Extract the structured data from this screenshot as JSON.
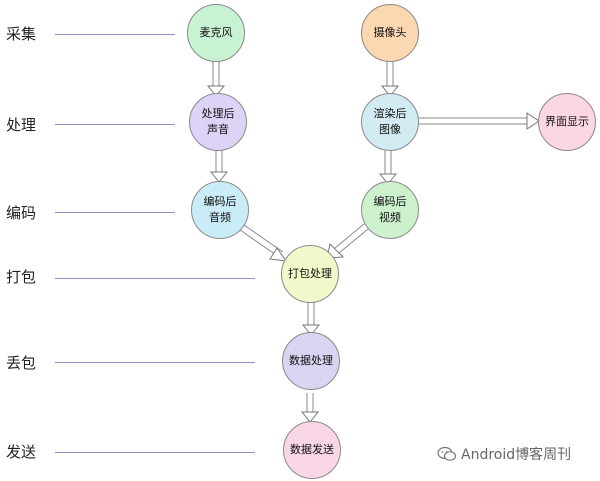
{
  "stages": [
    "采集",
    "处理",
    "编码",
    "打包",
    "丢包",
    "发送"
  ],
  "nodes": {
    "mic": "麦克风",
    "camera": "摄像头",
    "processed_audio": "处理后\n声音",
    "rendered_image": "渲染后\n图像",
    "display": "界面显示",
    "encoded_audio": "编码后\n音频",
    "encoded_video": "编码后\n视频",
    "packaging": "打包处理",
    "data_processing": "数据处理",
    "data_sending": "数据发送"
  },
  "colors": {
    "mic": "#c9f2d2",
    "camera": "#fbd8b2",
    "processed_audio": "#dcd3f6",
    "rendered_image": "#d3ecf3",
    "display": "#fbd6e4",
    "encoded_audio": "#c9ecf7",
    "encoded_video": "#ccf1cc",
    "packaging": "#f1f9ca",
    "data_processing": "#dad3f2",
    "data_sending": "#f8d6e6",
    "stage_line": "#8e8ec9"
  },
  "watermark": {
    "text": "Android博客周刊",
    "icon": "wechat-icon"
  }
}
